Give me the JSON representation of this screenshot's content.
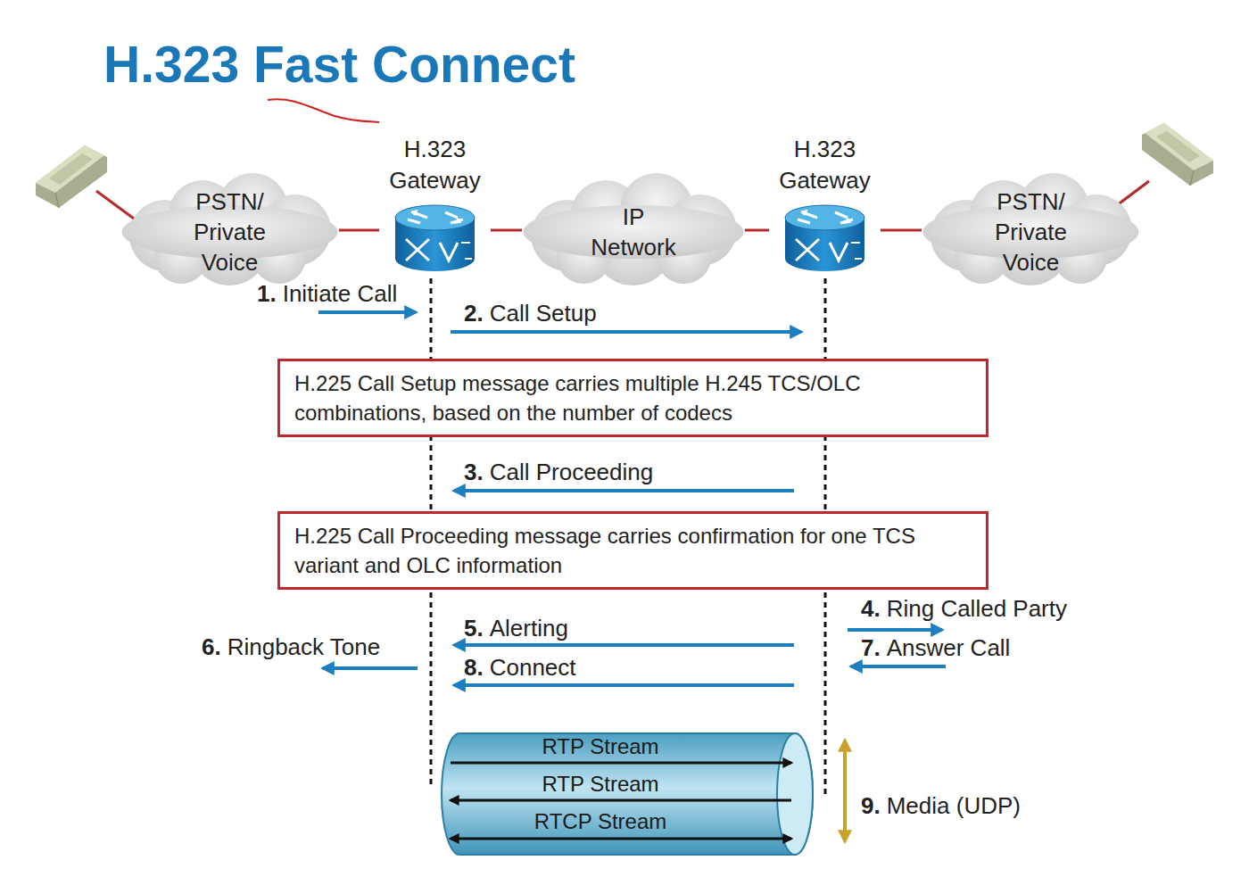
{
  "diagram": {
    "title": "H.323 Fast Connect",
    "nodes": [
      {
        "text": [
          "PSTN/ Private Voice"
        ]
      },
      {
        "text": [
          "H.323 Gateway"
        ]
      },
      {
        "text": [
          "IP Network"
        ]
      },
      {
        "text": [
          "H.323 Gateway"
        ]
      },
      {
        "text": [
          "PSTN/ Private Voice"
        ]
      },
      {
        "text": [
          "H.225 Call Setup message carries multiple H.245 TCS/OLC combinations, based on the number of codecs"
        ]
      },
      {
        "text": [
          "H.225 Call Proceeding message carries confirmation for one TCS variant and OLC information"
        ]
      },
      {
        "text": [
          "RTP Stream",
          "RTP Stream",
          "RTCP Stream"
        ]
      }
    ],
    "edges": [
      {
        "from": 0,
        "to": 1,
        "arrow": "none"
      },
      {
        "from": 1,
        "to": 2,
        "arrow": "none"
      },
      {
        "from": 2,
        "to": 3,
        "arrow": "none"
      },
      {
        "from": 3,
        "to": 4,
        "arrow": "none"
      }
    ],
    "labels": [
      "1.",
      "Initiate Call",
      "2.",
      "Call Setup",
      "3.",
      "Call Proceeding",
      "4.",
      "Ring Called Party",
      "5.",
      "Alerting",
      "6.",
      "Ringback Tone",
      "7.",
      "Answer Call",
      "8.",
      "Connect",
      "9.",
      "Media (UDP)"
    ]
  }
}
